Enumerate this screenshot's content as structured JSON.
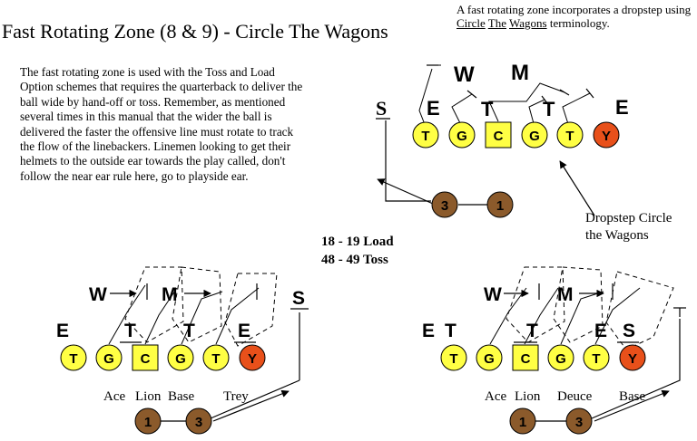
{
  "title": "Fast Rotating Zone (8 & 9) - Circle The Wagons",
  "note": {
    "prefix": "A fast rotating zone incorporates a dropstep using ",
    "term1": "Circle",
    "term2": "The",
    "term3": "Wagons",
    "suffix": " terminology."
  },
  "body_text": "The fast rotating zone is used with the Toss and Load Option schemes that requires the quarterback to deliver the ball wide by hand-off or toss.  Remember, as mentioned several times in this manual that the wider the ball is delivered the faster the offensive line must rotate to track the flow of the linebackers. Linemen looking to get their helmets to the outside ear towards the play called, don't follow the near ear rule here, go to playside ear.",
  "plays": [
    "18 - 19 Load",
    "48 - 49 Toss"
  ],
  "callout": [
    "Dropstep Circle",
    "the Wagons"
  ],
  "colors": {
    "lineman": "#ffff44",
    "tight_end": "#e8501a",
    "back": "#8b5a2b",
    "center_box": "#ffff44"
  },
  "top_diagram": {
    "defense_top": [
      "W",
      "M"
    ],
    "defense_mid": [
      "S",
      "E",
      "T",
      "T",
      "E"
    ],
    "offense": [
      "T",
      "G",
      "C",
      "G",
      "T",
      "Y"
    ],
    "backs": [
      "3",
      "1"
    ]
  },
  "left_diagram": {
    "defense_top": [
      "W",
      "M",
      "S"
    ],
    "defense_mid": [
      "E",
      "T",
      "T",
      "E"
    ],
    "offense": [
      "T",
      "G",
      "C",
      "G",
      "T",
      "Y"
    ],
    "labels": [
      "Ace",
      "Lion",
      "Base",
      "Trey"
    ],
    "backs": [
      "1",
      "3"
    ]
  },
  "right_diagram": {
    "defense_top": [
      "W",
      "M"
    ],
    "defense_mid": [
      "E",
      "T",
      "T",
      "E",
      "S"
    ],
    "offense": [
      "T",
      "G",
      "C",
      "G",
      "T",
      "Y"
    ],
    "labels": [
      "Ace",
      "Lion",
      "Deuce",
      "Base"
    ],
    "backs": [
      "1",
      "3"
    ]
  }
}
